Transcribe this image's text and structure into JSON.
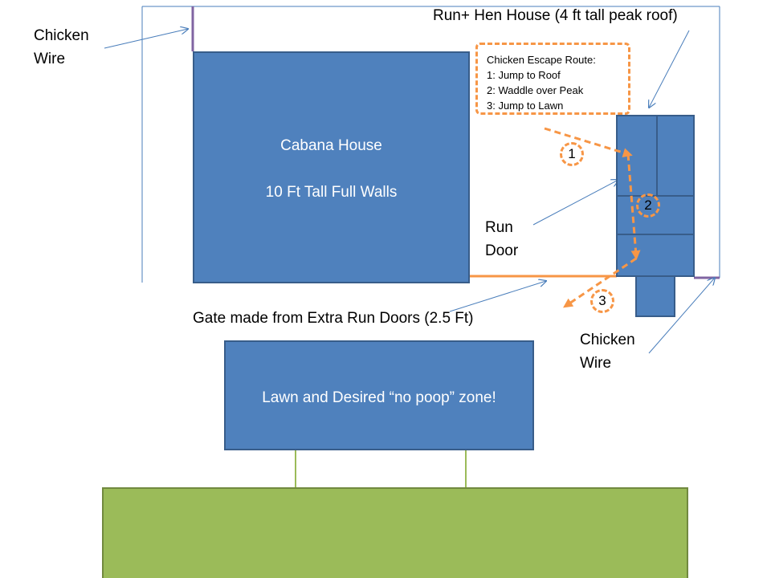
{
  "labels": {
    "chicken_wire_left": [
      "Chicken",
      "Wire"
    ],
    "hen_house_title": "Run+ Hen House (4 ft tall peak roof)",
    "cabana_title": "Cabana House",
    "cabana_sub": "10 Ft Tall Full Walls",
    "run_door": [
      "Run",
      "Door"
    ],
    "gate": "Gate made from Extra Run Doors (2.5 Ft)",
    "chicken_wire_right": [
      "Chicken",
      "Wire"
    ],
    "lawn_box": "Lawn and Desired “no poop” zone!"
  },
  "escape_route": {
    "title": "Chicken Escape Route:",
    "steps": [
      "1: Jump to Roof",
      "2: Waddle over Peak",
      "3: Jump to Lawn"
    ]
  },
  "step_markers": [
    "1",
    "2",
    "3"
  ],
  "colors": {
    "box_fill": "#4f81bd",
    "box_border": "#385d8a",
    "route": "#f79646",
    "lawn": "#9bbb59",
    "wire": "#8064a2",
    "callout": "#4a7ebb"
  }
}
